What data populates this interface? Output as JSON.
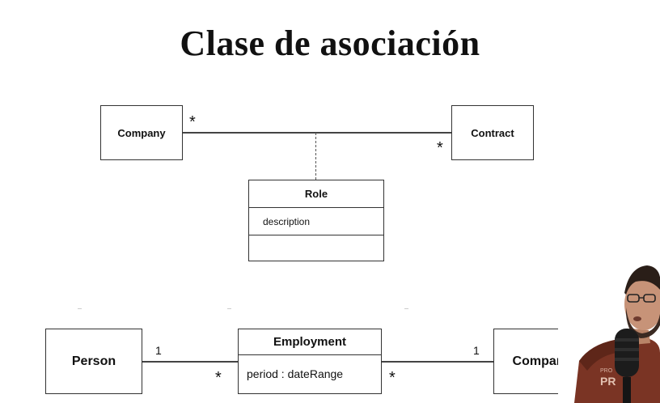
{
  "slide": {
    "title": "Clase de asociación"
  },
  "diagram_top": {
    "company_label": "Company",
    "contract_label": "Contract",
    "mult_company": "*",
    "mult_contract": "*",
    "assoc_class": {
      "name": "Role",
      "attribute": "description"
    }
  },
  "diagram_bottom": {
    "person_label": "Person",
    "company_label": "Company",
    "mult_person_one": "1",
    "mult_person_many": "*",
    "mult_company_one": "1",
    "mult_company_many": "*",
    "assoc_class": {
      "name": "Employment",
      "attribute": "period : dateRange"
    }
  },
  "webcam": {
    "label_small": "PRO",
    "label_large": "PR"
  }
}
